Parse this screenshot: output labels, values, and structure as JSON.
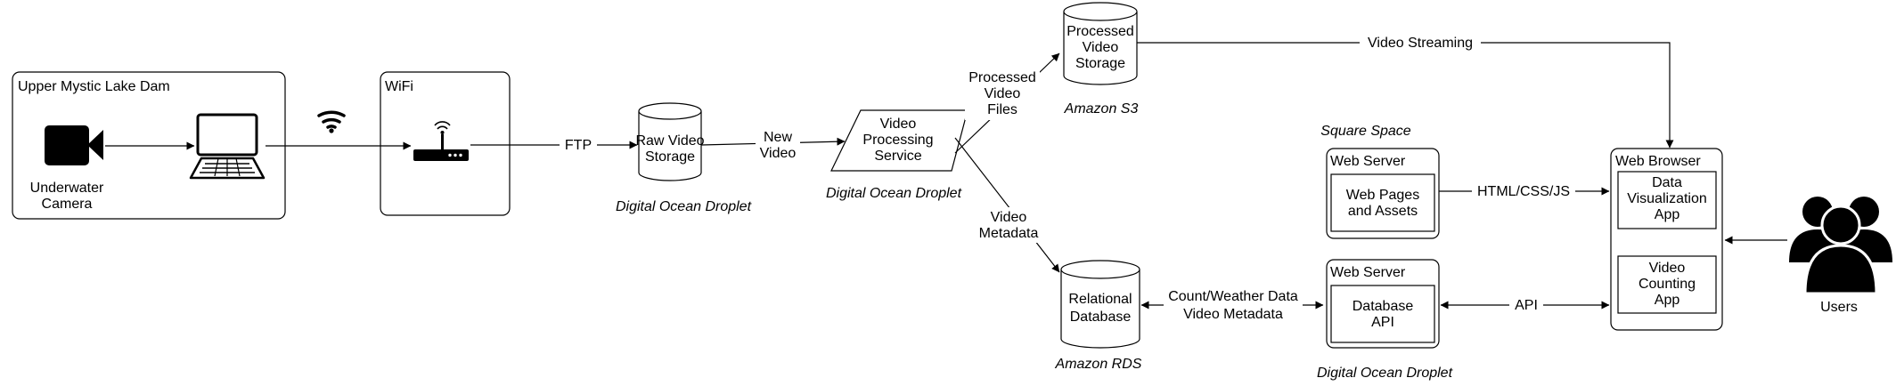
{
  "containers": {
    "dam": "Upper Mystic Lake Dam",
    "wifi": "WiFi",
    "web_server_top": "Web Server",
    "web_server_bottom": "Web Server",
    "web_browser": "Web Browser"
  },
  "nodes": {
    "camera": [
      "Underwater",
      "Camera"
    ],
    "raw_storage": [
      "Raw Video",
      "Storage"
    ],
    "processing": [
      "Video",
      "Processing",
      "Service"
    ],
    "processed_storage": [
      "Processed",
      "Video",
      "Storage"
    ],
    "relational_db": [
      "Relational",
      "Database"
    ],
    "web_pages": [
      "Web Pages",
      "and Assets"
    ],
    "database_api": [
      "Database",
      "API"
    ],
    "data_viz": [
      "Data",
      "Visualization",
      "App"
    ],
    "video_counting": [
      "Video",
      "Counting",
      "App"
    ],
    "users": "Users"
  },
  "platforms": {
    "raw_storage": "Digital Ocean Droplet",
    "processing": "Digital Ocean Droplet",
    "processed_storage": "Amazon S3",
    "relational_db": "Amazon RDS",
    "web_pages": "Square Space",
    "database_api": "Digital Ocean Droplet"
  },
  "edges": {
    "ftp": "FTP",
    "new_video": [
      "New",
      "Video"
    ],
    "processed_files": [
      "Processed",
      "Video",
      "Files"
    ],
    "video_streaming": "Video Streaming",
    "video_metadata": [
      "Video",
      "Metadata"
    ],
    "db_api": [
      "Count/Weather Data",
      "Video Metadata"
    ],
    "html": "HTML/CSS/JS",
    "api": "API"
  },
  "icons": [
    "video-camera-icon",
    "laptop-icon",
    "wifi-signal-icon",
    "router-icon",
    "users-group-icon"
  ]
}
